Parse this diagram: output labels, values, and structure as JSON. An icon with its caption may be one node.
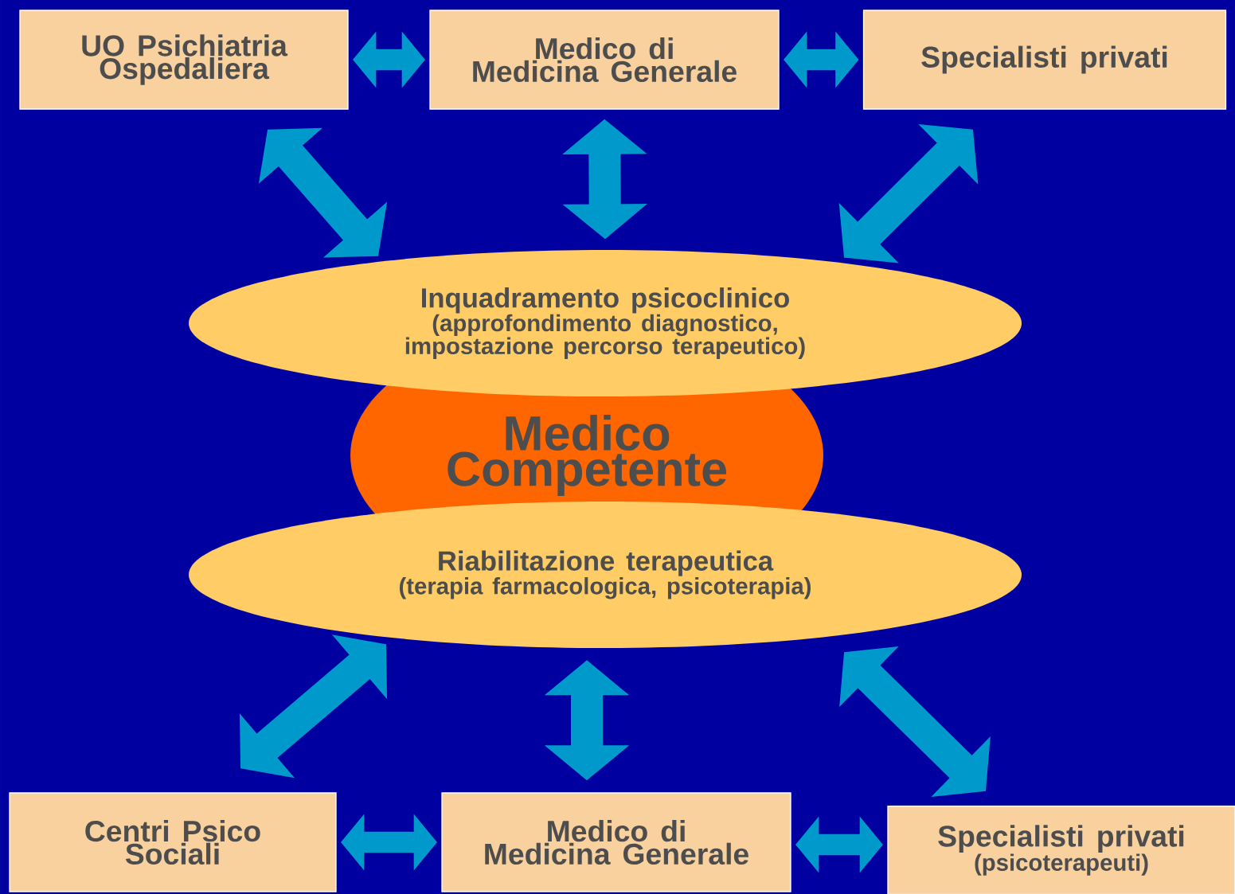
{
  "diagram": {
    "nodes": [
      {
        "text": [
          "UO Psichiatria Ospedaliera"
        ]
      },
      {
        "text": [
          "Medico di Medicina Generale"
        ]
      },
      {
        "text": [
          "Specialisti privati"
        ]
      },
      {
        "text": [
          "Inquadramento psicoclinico",
          "(approfondimento diagnostico, impostazione percorso terapeutico)"
        ]
      },
      {
        "text": [
          "Medico Competente"
        ]
      },
      {
        "text": [
          "Riabilitazione terapeutica",
          "(terapia farmacologica, psicoterapia)"
        ]
      },
      {
        "text": [
          "Centri Psico Sociali"
        ]
      },
      {
        "text": [
          "Medico di Medicina Generale"
        ]
      },
      {
        "text": [
          "Specialisti privati",
          "(psicoterapeuti)"
        ]
      }
    ],
    "edges": [
      {
        "from": 0,
        "to": 1,
        "arrow": "both"
      },
      {
        "from": 1,
        "to": 2,
        "arrow": "both"
      },
      {
        "from": 0,
        "to": 3,
        "arrow": "both"
      },
      {
        "from": 1,
        "to": 3,
        "arrow": "both"
      },
      {
        "from": 2,
        "to": 3,
        "arrow": "both"
      },
      {
        "from": 5,
        "to": 6,
        "arrow": "both"
      },
      {
        "from": 5,
        "to": 7,
        "arrow": "both"
      },
      {
        "from": 5,
        "to": 8,
        "arrow": "both"
      },
      {
        "from": 6,
        "to": 7,
        "arrow": "both"
      },
      {
        "from": 7,
        "to": 8,
        "arrow": "both"
      }
    ]
  }
}
